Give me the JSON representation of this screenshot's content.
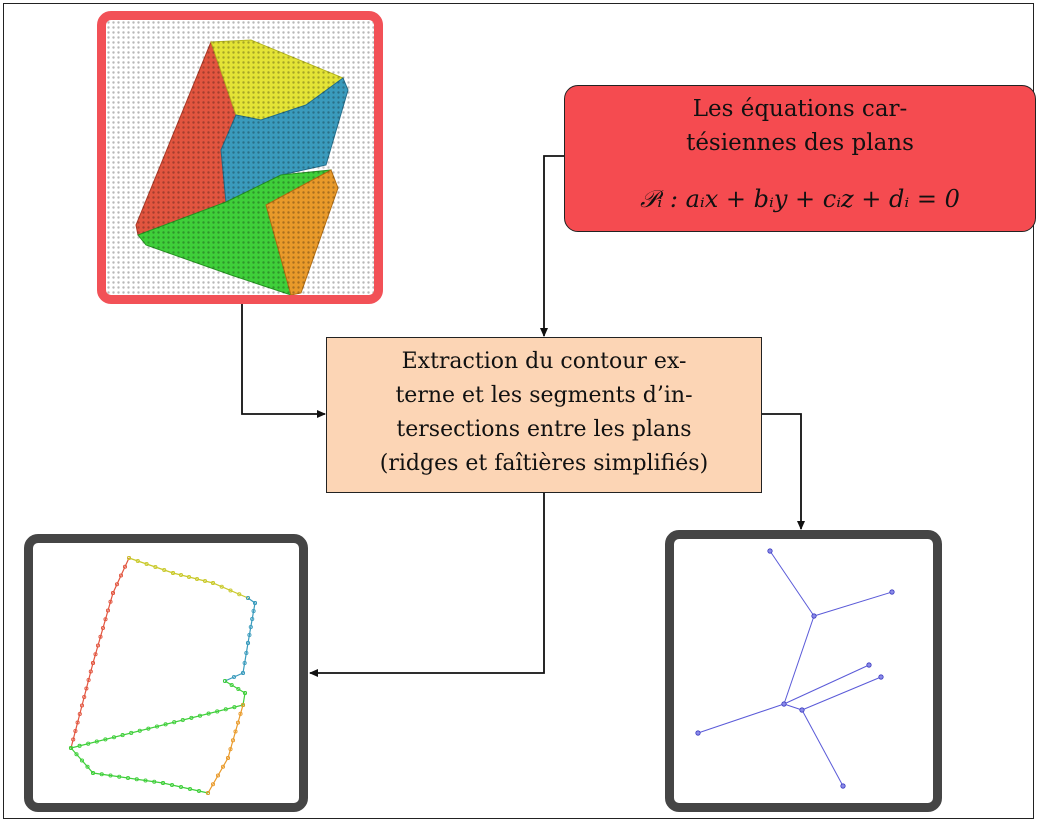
{
  "equations_box": {
    "line1": "Les équations car-",
    "line2": "tésiennes des plans",
    "formula": "𝒫ᵢ : aᵢx + bᵢy + cᵢz + dᵢ = 0"
  },
  "extraction_box": {
    "line1": "Extraction du contour ex-",
    "line2": "terne et les segments d’in-",
    "line3": "tersections entre les plans",
    "line4": "(ridges et faîtières simplifiés)"
  },
  "colors": {
    "input_panel_border": "#f25157",
    "equations_fill": "#f54b50",
    "extraction_fill": "#fcd5b5",
    "output_panel_border": "#454545",
    "plane_red": "#e2553f",
    "plane_yellow": "#e4e436",
    "plane_blue": "#3a9bbd",
    "plane_green": "#3fcf3a",
    "plane_orange": "#e99a2a",
    "ridge_lines": "#5a5ad8"
  }
}
